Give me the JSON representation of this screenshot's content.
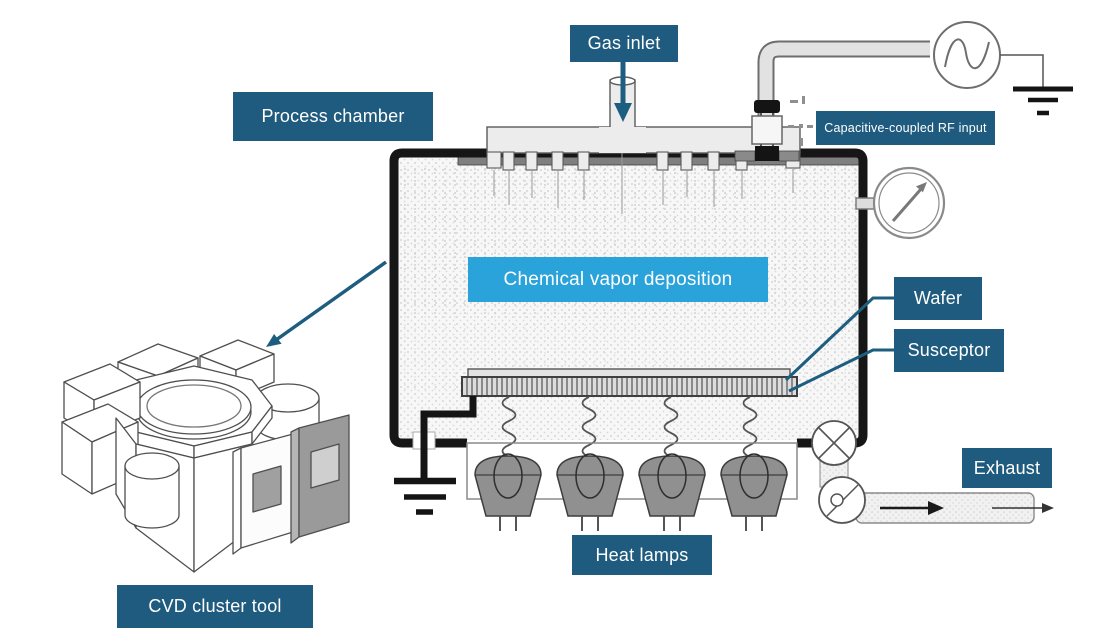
{
  "figure": {
    "title": "Chemical vapor deposition diagram",
    "labels": {
      "gas_inlet": "Gas inlet",
      "process_chamber": "Process chamber",
      "rf_input": "Capacitive-coupled RF input",
      "cvd": "Chemical vapor deposition",
      "wafer": "Wafer",
      "susceptor": "Susceptor",
      "exhaust": "Exhaust",
      "heat_lamps": "Heat lamps",
      "cluster_tool": "CVD cluster tool"
    },
    "colors": {
      "label_bg": "#1e5b7e",
      "highlight_bg": "#2aa3da",
      "label_text": "#ffffff",
      "leader_line": "#1d5d80",
      "lamp_fill": "#909090",
      "lid_fill": "#7f7f7f"
    },
    "icons": {
      "ac-source-icon": "circle with sine wave",
      "ground-icon": "stacked ground bars",
      "pressure-gauge-icon": "dial with needle",
      "valve-icon": "circle with X",
      "pump-icon": "circle with diagonal and dot",
      "flow-arrow-icon": "right arrow",
      "gas-arrow-icon": "down arrow"
    }
  }
}
